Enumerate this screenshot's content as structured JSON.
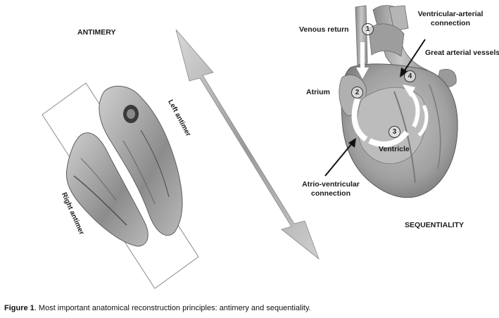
{
  "labels": {
    "antimery": "ANTIMERY",
    "sequentiality": "SEQUENTIALITY",
    "left_antimer": "Left antimer",
    "right_antimer": "Right antimer",
    "venous_return": "Venous return",
    "ventricular_arterial_1": "Ventricular-arterial",
    "ventricular_arterial_2": "connection",
    "great_arterial_vessels": "Great arterial vessels",
    "atrium": "Atrium",
    "ventricle": "Ventricle",
    "atrio_ventricular_1": "Atrio-ventricular",
    "atrio_ventricular_2": "connection"
  },
  "steps": [
    "1",
    "2",
    "3",
    "4"
  ],
  "caption": {
    "prefix": "Figure 1",
    "text": ". Most important anatomical reconstruction principles: antimery and sequentiality."
  },
  "colors": {
    "heart_fill": "#a9a9a9",
    "heart_dark": "#6e6e6e",
    "arrow_fill": "#bdbdbd"
  }
}
